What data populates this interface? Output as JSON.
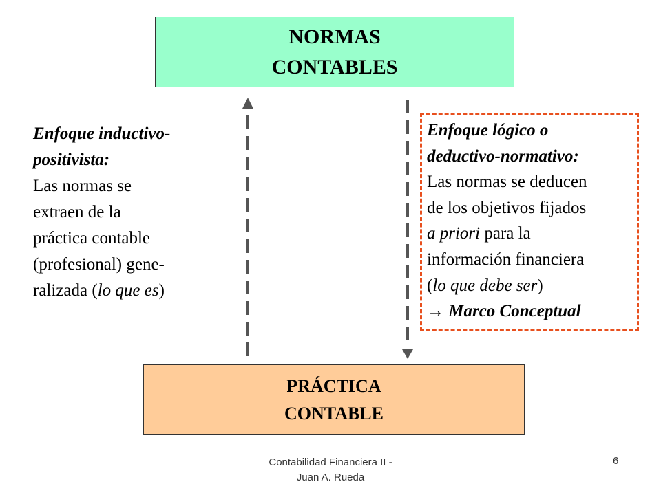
{
  "top_box": {
    "line1": "NORMAS",
    "line2": "CONTABLES"
  },
  "bottom_box": {
    "line1": "PRÁCTICA",
    "line2": "CONTABLE"
  },
  "left_text": {
    "title_line1": "Enfoque inductivo-",
    "title_line2": "positivista:",
    "lines": [
      "Las normas se",
      "extraen de la",
      "práctica contable",
      "(profesional) gene-"
    ],
    "last_prefix": "ralizada (",
    "last_italic": "lo que es",
    "last_suffix": ")"
  },
  "right_text": {
    "title_line1": "Enfoque lógico o",
    "title_line2": "deductivo-normativo:",
    "line1": "Las normas se deducen",
    "line2": "de los objetivos fijados",
    "line3_italic": "a priori",
    "line3_rest": " para la",
    "line4": "información financiera",
    "line5_open": "(",
    "line5_italic": "lo que debe ser",
    "line5_close": ")",
    "arrow_symbol": "→",
    "conclusion": " Marco Conceptual"
  },
  "footer": {
    "line1": "Contabilidad Financiera II -",
    "line2": "Juan A. Rueda"
  },
  "page_number": "6",
  "colors": {
    "top_box": "#99ffcc",
    "bottom_box": "#ffcc99",
    "dash_frame": "#e8501e",
    "arrow": "#555555"
  }
}
